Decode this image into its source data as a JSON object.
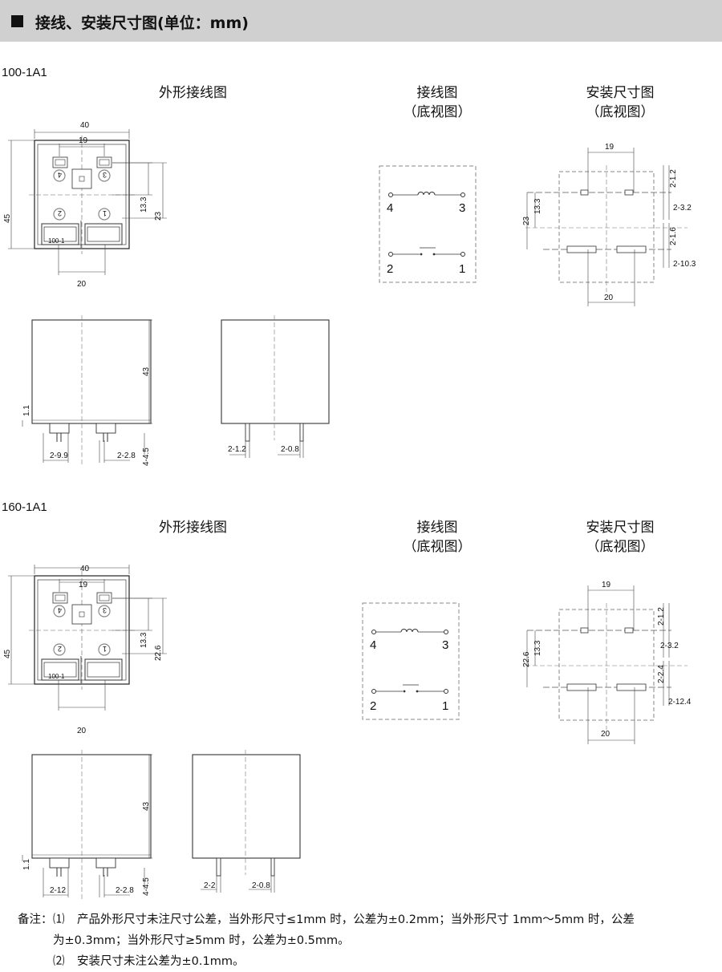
{
  "header": {
    "title": "接线、安装尺寸图(单位：mm)"
  },
  "sections": [
    {
      "model": "100-1A1",
      "captions": {
        "outline": "外形接线图",
        "wiring": [
          "接线图",
          "（底视图）"
        ],
        "mounting": [
          "安装尺寸图",
          "（底视图）"
        ]
      },
      "top_view": {
        "width": "40",
        "inner": "19",
        "height": "45",
        "d13": "13.3",
        "d23": "23",
        "bottom": "20",
        "label": "100-1"
      },
      "wiring": {
        "p4": "4",
        "p3": "3",
        "p2": "2",
        "p1": "1"
      },
      "mounting": {
        "top": "19",
        "pin1": "2-1.2",
        "pin2": "2-3.2",
        "d13": "13.3",
        "d23": "23",
        "pin3": "2-1.6",
        "pin4": "2-10.3",
        "bottom": "20"
      },
      "side_front": {
        "height": "43",
        "left": "1.1",
        "pitch": "2-9.9",
        "pin": "2-2.8",
        "tol": "4-4.5"
      },
      "side_right": {
        "a": "2-1.2",
        "b": "2-0.8"
      }
    },
    {
      "model": "160-1A1",
      "captions": {
        "outline": "外形接线图",
        "wiring": [
          "接线图",
          "（底视图）"
        ],
        "mounting": [
          "安装尺寸图",
          "（底视图）"
        ]
      },
      "top_view": {
        "width": "40",
        "inner": "19",
        "height": "45",
        "d13": "13.3",
        "d23": "22.6",
        "bottom": "20",
        "label": "100-1"
      },
      "wiring": {
        "p4": "4",
        "p3": "3",
        "p2": "2",
        "p1": "1"
      },
      "mounting": {
        "top": "19",
        "pin1": "2-1.2",
        "pin2": "2-3.2",
        "d13": "13.3",
        "d23": "22.6",
        "pin3": "2-2.4",
        "pin4": "2-12.4",
        "bottom": "20"
      },
      "side_front": {
        "height": "43",
        "left": "1.1",
        "pitch": "2-12",
        "pin": "2-2.8",
        "tol": "4-4.5"
      },
      "side_right": {
        "a": "2-2",
        "b": "2-0.8"
      }
    }
  ],
  "notes": {
    "label": "备注：",
    "n1": "⑴",
    "n1_line1": "产品外形尺寸未注尺寸公差，当外形尺寸≤1mm 时，公差为±0.2mm；当外形尺寸 1mm～5mm 时，公差",
    "n1_line2": "为±0.3mm；当外形尺寸≥5mm 时，公差为±0.5mm。",
    "n2": "⑵",
    "n2_line1": "安装尺寸未注公差为±0.1mm。"
  }
}
